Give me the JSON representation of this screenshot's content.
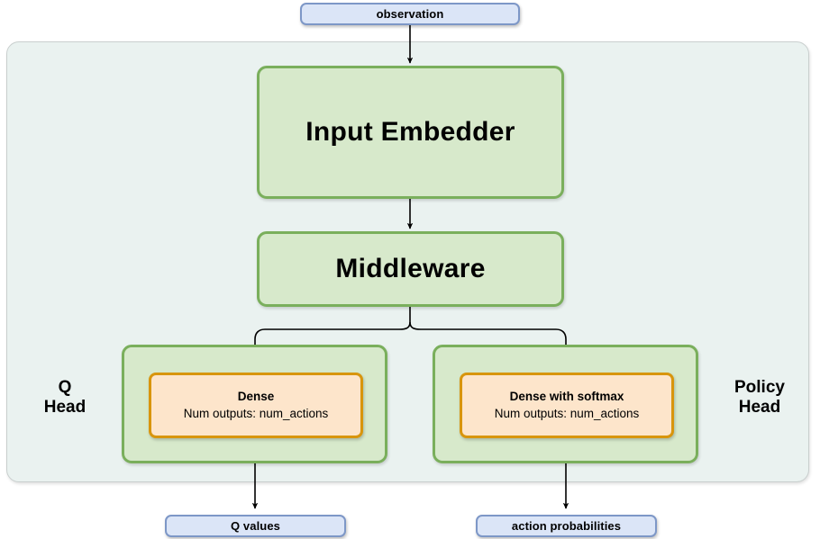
{
  "diagram": {
    "title_hidden": true,
    "colors": {
      "container_fill": "#eaf2f0",
      "container_border": "#c9cfce",
      "io_fill": "#dbe5f7",
      "io_border": "#7d97c7",
      "module_fill": "#d7e9cb",
      "module_border": "#7aaf5c",
      "dense_fill": "#fde5cb",
      "dense_border": "#d8950d",
      "arrow": "#000000"
    },
    "inputs": [
      {
        "id": "observation",
        "label": "observation"
      }
    ],
    "modules": [
      {
        "id": "input-embedder",
        "label": "Input Embedder"
      },
      {
        "id": "middleware",
        "label": "Middleware"
      }
    ],
    "heads": [
      {
        "id": "q-head",
        "side_label": "Q\nHead",
        "dense": {
          "title": "Dense",
          "subtitle": "Num outputs: num_actions"
        }
      },
      {
        "id": "policy-head",
        "side_label": "Policy\nHead",
        "dense": {
          "title": "Dense with softmax",
          "subtitle": "Num outputs: num_actions"
        }
      }
    ],
    "outputs": [
      {
        "id": "q-values",
        "label": "Q values"
      },
      {
        "id": "action-probabilities",
        "label": "action probabilities"
      }
    ],
    "edges": [
      {
        "from": "observation",
        "to": "input-embedder"
      },
      {
        "from": "input-embedder",
        "to": "middleware"
      },
      {
        "from": "middleware",
        "to": "q-head-dense"
      },
      {
        "from": "middleware",
        "to": "policy-head-dense"
      },
      {
        "from": "q-head-dense",
        "to": "q-values"
      },
      {
        "from": "policy-head-dense",
        "to": "action-probabilities"
      }
    ]
  }
}
